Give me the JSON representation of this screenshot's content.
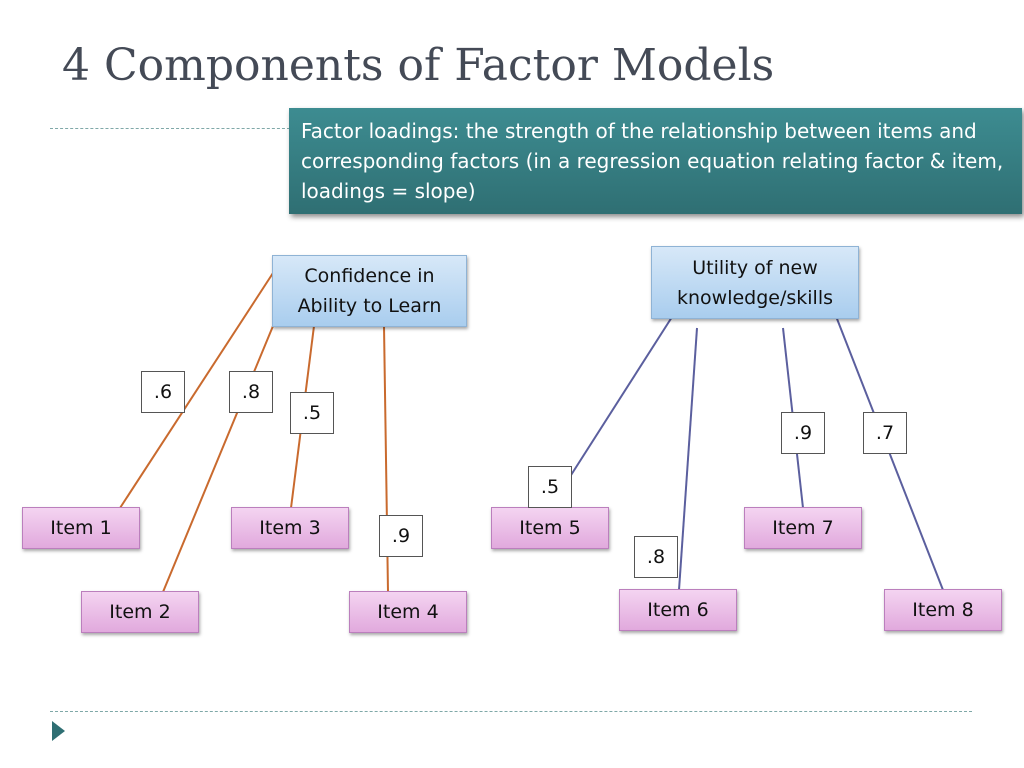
{
  "slide": {
    "title": "4 Components of Factor Models",
    "callout": "Factor loadings: the strength of the relationship between items and corresponding factors (in a regression equation relating factor & item, loadings = slope)"
  },
  "factors": [
    {
      "label": "Confidence in Ability to Learn",
      "color": "#c96a2e"
    },
    {
      "label": "Utility of new knowledge/skills",
      "color": "#5b5f9e"
    }
  ],
  "items": [
    "Item 1",
    "Item 2",
    "Item 3",
    "Item 4",
    "Item 5",
    "Item 6",
    "Item 7",
    "Item 8"
  ],
  "loadings": [
    ".6",
    ".8",
    ".5",
    ".9",
    ".5",
    ".8",
    ".9",
    ".7"
  ],
  "colors": {
    "callout_bg": "#2f6f73",
    "factor_fill": "#a9cdee",
    "item_fill": "#e1a9dd",
    "rule": "#7fa8a8"
  },
  "icons": {
    "footer": "triangle-right-icon"
  }
}
